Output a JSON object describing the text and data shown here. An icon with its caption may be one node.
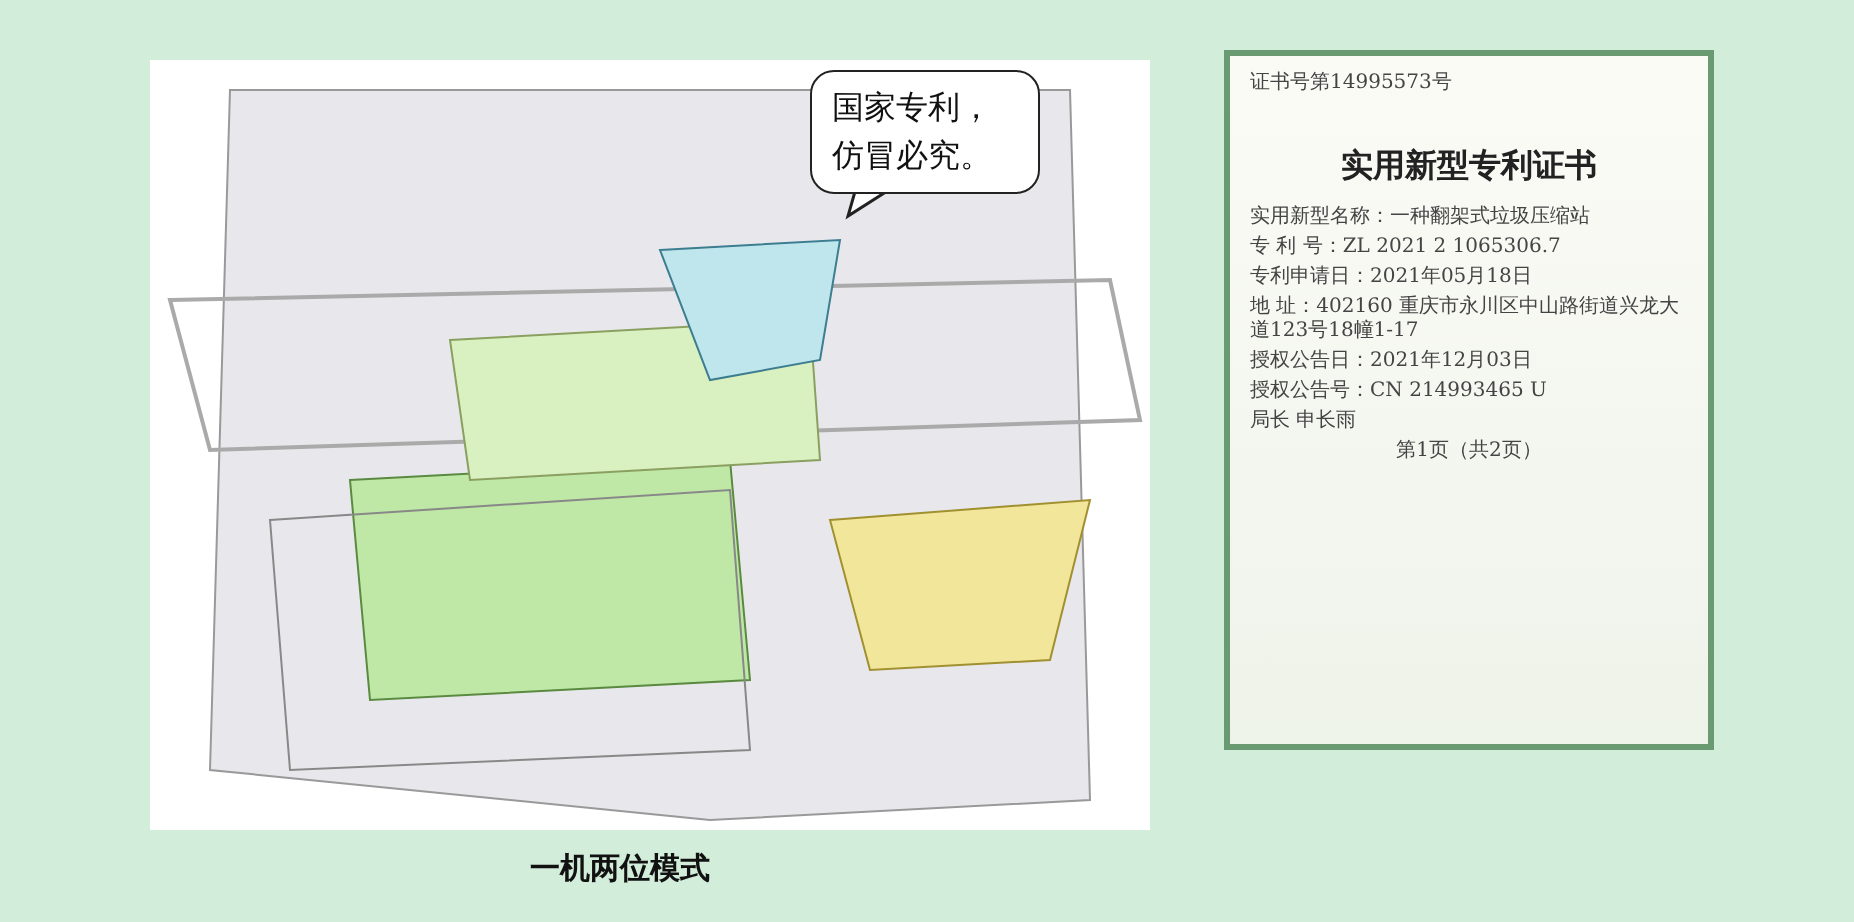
{
  "diagram": {
    "caption": "一机两位模式",
    "nodes": [
      {
        "text": [],
        "shape": "picture"
      },
      {
        "text": [
          "国家专利，仿冒必究。"
        ]
      },
      {
        "text": [
          "证书号第14995573号",
          "实用新型专利证书",
          "实用新型名称：一种翻架式垃圾压缩站",
          "专 利 号：ZL 2021 2 1065306.7",
          "专利申请日：2021年05月18日",
          "地 址：402160 重庆市永川区中山路街道兴龙大道123号18幢1-17",
          "授权公告日：2021年12月03日",
          "授权公告号：CN 214993465 U",
          "局长 申长雨",
          "第1页（共2页）"
        ]
      }
    ]
  }
}
